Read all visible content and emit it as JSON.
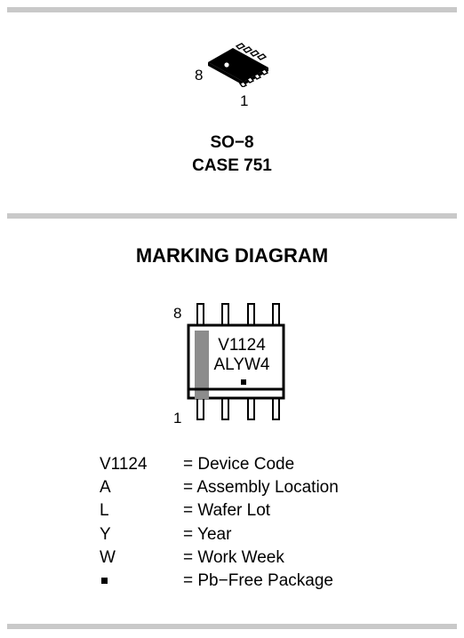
{
  "package": {
    "pin_first": "8",
    "pin_last": "1",
    "name": "SO−8",
    "case": "CASE 751"
  },
  "marking": {
    "title": "MARKING DIAGRAM",
    "pin_top": "8",
    "pin_bottom": "1",
    "line1": "V1124",
    "line2": "ALYW4"
  },
  "legend": [
    {
      "key": "V1124",
      "value": "= Device Code"
    },
    {
      "key": "A",
      "value": "= Assembly Location"
    },
    {
      "key": "L",
      "value": "= Wafer Lot"
    },
    {
      "key": "Y",
      "value": "= Year"
    },
    {
      "key": "W",
      "value": "= Work Week"
    },
    {
      "key": "",
      "key_icon": "square-dot-icon",
      "value": "= Pb−Free Package"
    }
  ]
}
